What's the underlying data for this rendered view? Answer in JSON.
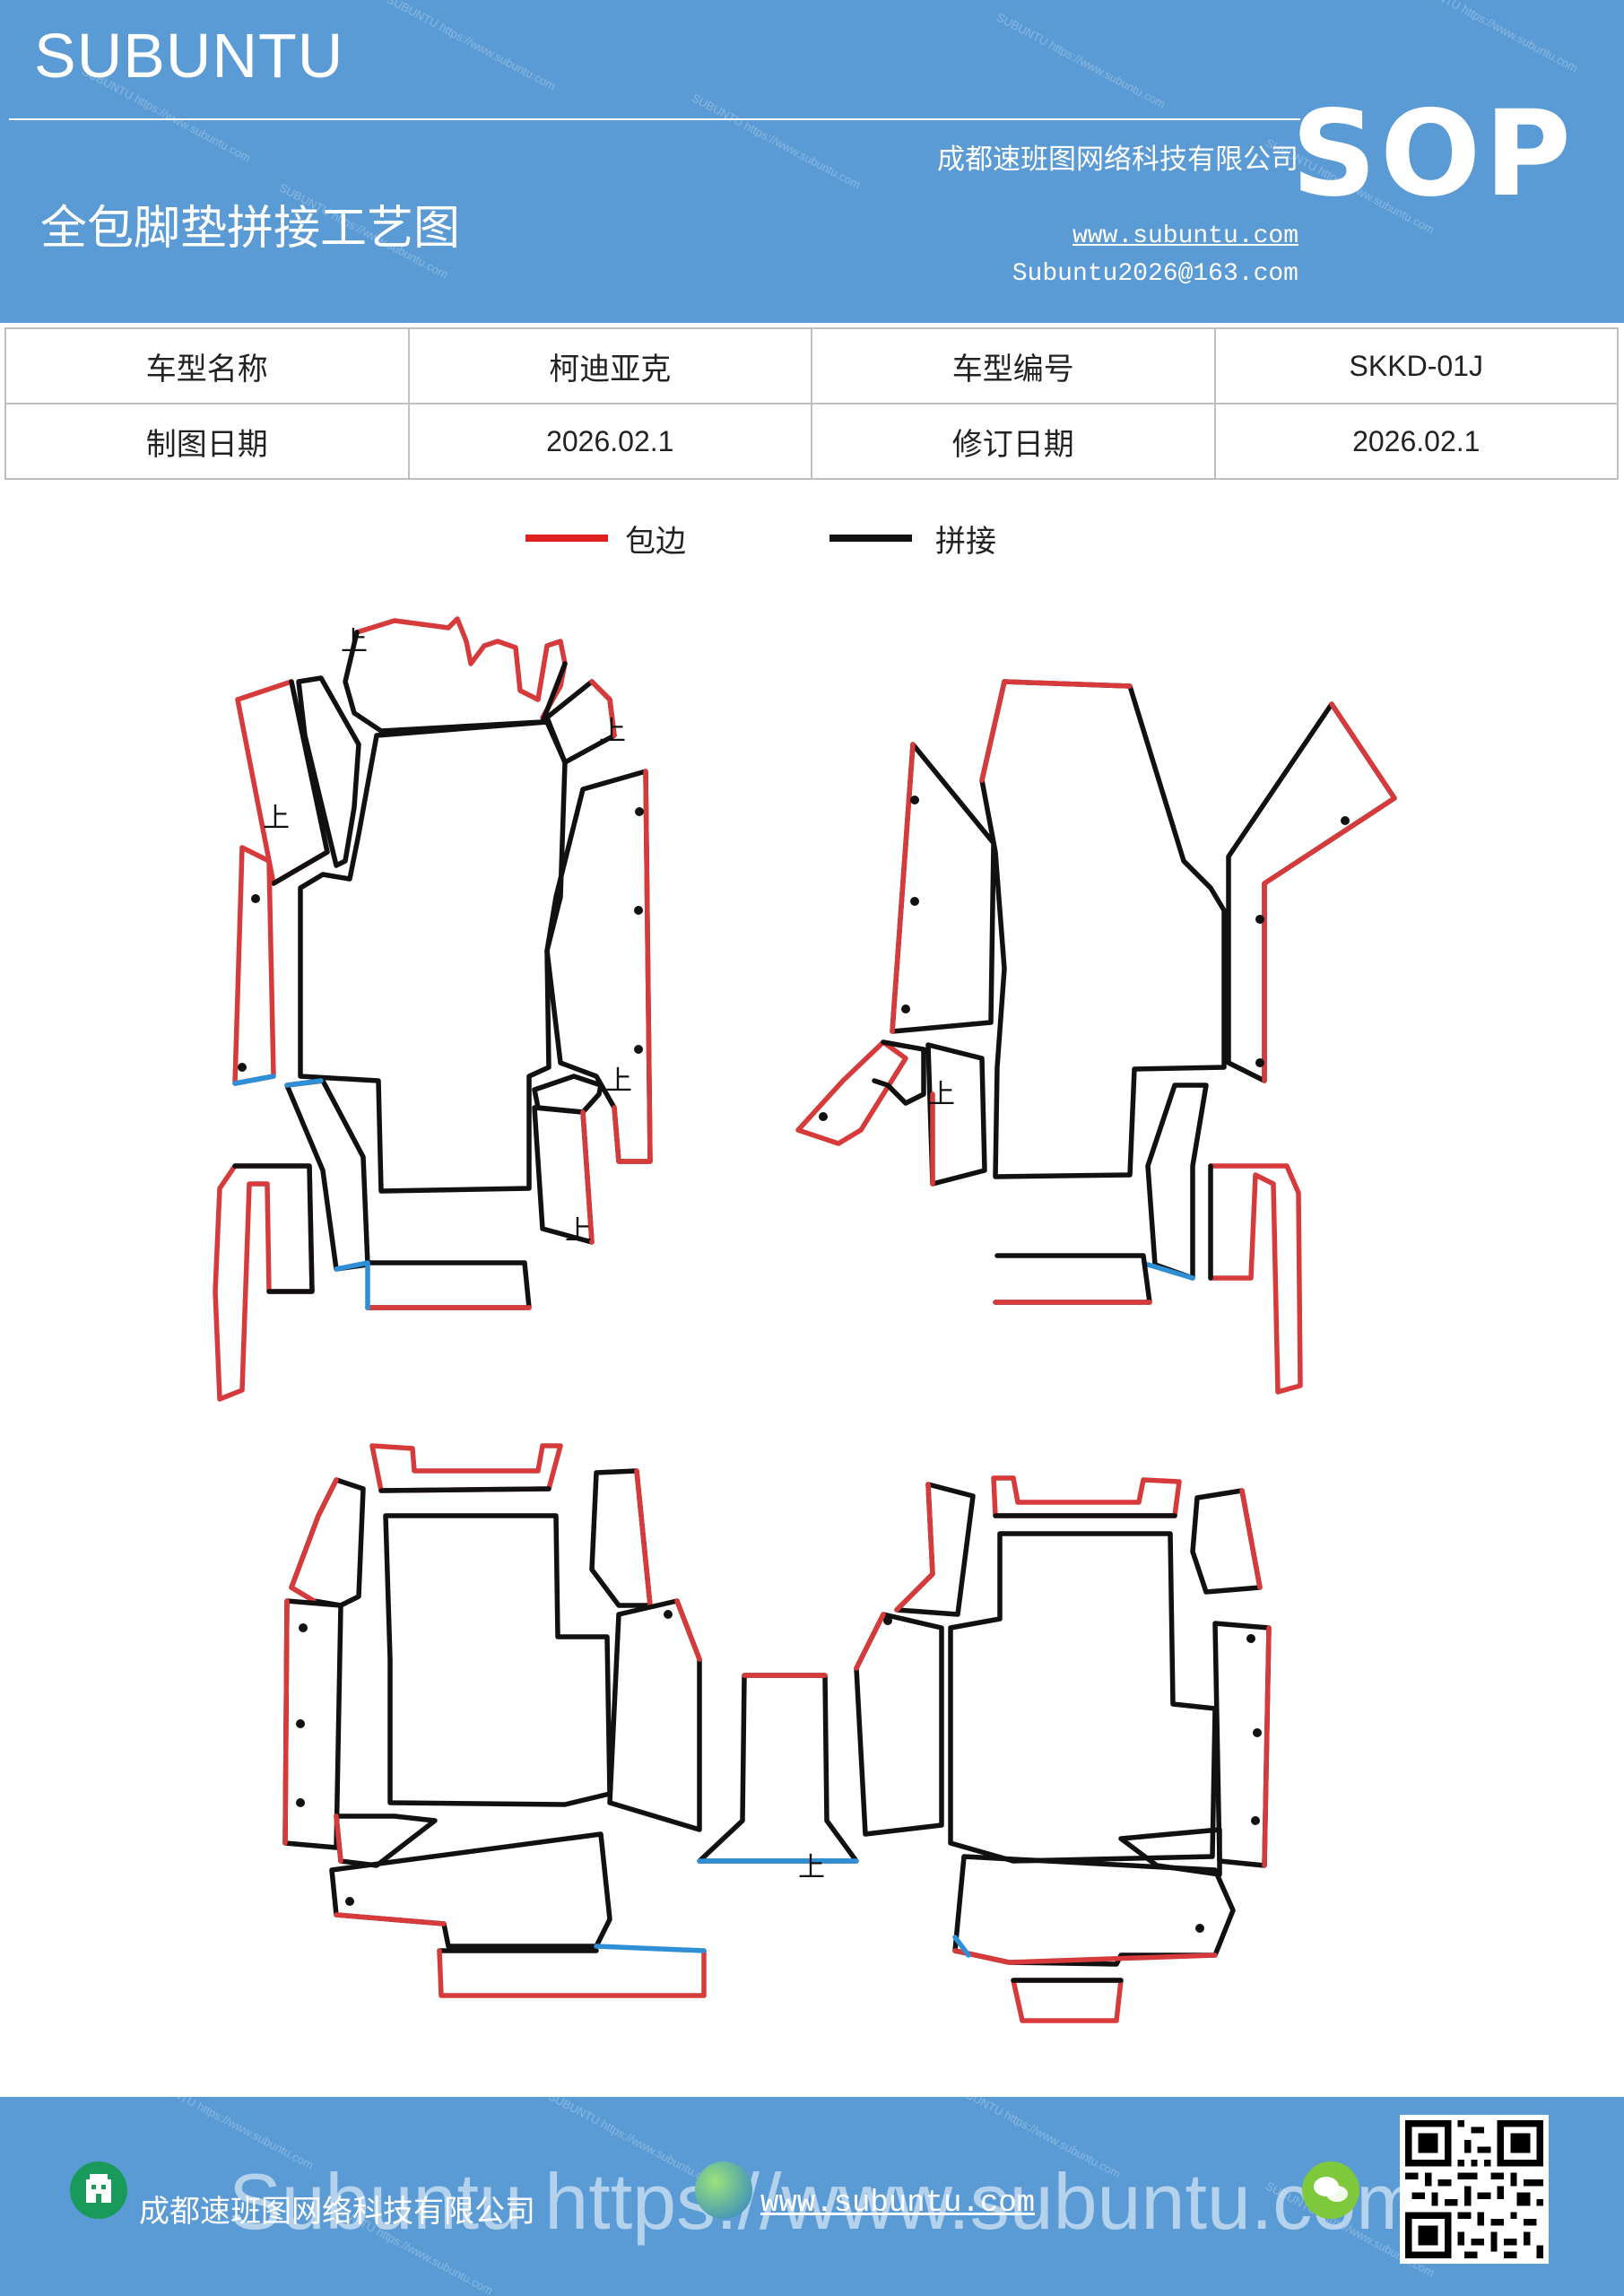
{
  "header": {
    "brand": "SUBUNTU",
    "title": "全包脚垫拼接工艺图",
    "company": "成都速班图网络科技有限公司",
    "website": "www.subuntu.com",
    "email": "Subuntu2026@163.com",
    "badge": "SOP",
    "background_color": "#5b9bd5"
  },
  "info_table": {
    "rows": [
      {
        "label1": "车型名称",
        "value1": "柯迪亚克",
        "label2": "车型编号",
        "value2": "SKKD-01J"
      },
      {
        "label1": "制图日期",
        "value1": "2026.02.1",
        "label2": "修订日期",
        "value2": "2026.02.1"
      }
    ]
  },
  "legend": {
    "items": [
      {
        "label": "包边",
        "color": "#e02020"
      },
      {
        "label": "拼接",
        "color": "#111111"
      }
    ]
  },
  "diagram": {
    "colors": {
      "edge_binding": "#d63a3a",
      "seam": "#111111",
      "other": "#2f8fd6"
    },
    "up_mark": "上"
  },
  "footer": {
    "company": "成都速班图网络科技有限公司",
    "website": "www.subuntu.com",
    "overlay_text": "Subuntu https://www.subuntu.com",
    "icon_building": "building-icon",
    "icon_globe": "globe-icon",
    "icon_chat": "chat-icon",
    "qr": "qr-code"
  }
}
